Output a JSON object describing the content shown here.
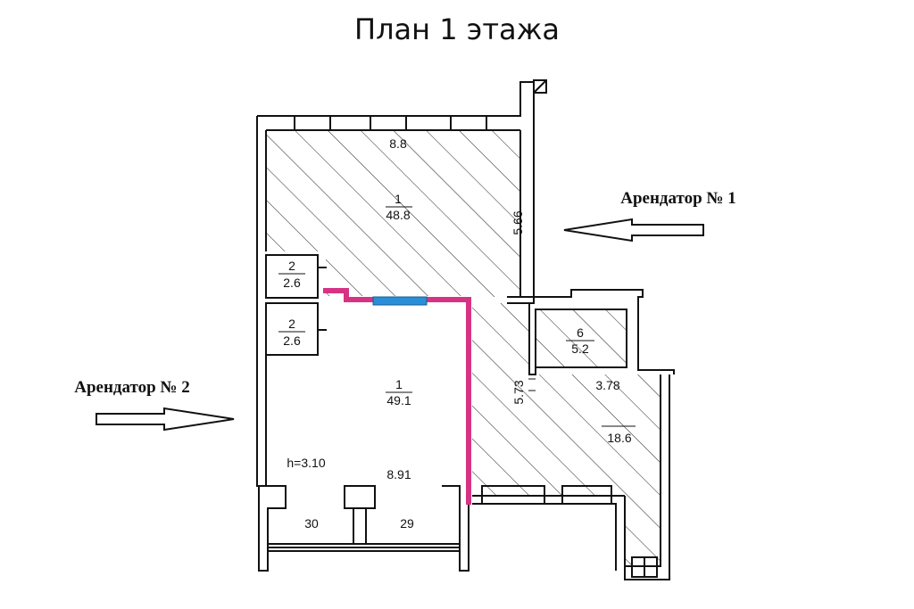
{
  "title": "План 1 этажа",
  "tenants": {
    "t1": "Арендатор № 1",
    "t2": "Арендатор № 2"
  },
  "rooms": {
    "r1_upper": {
      "num": "1",
      "area": "48.8"
    },
    "r2_a": {
      "num": "2",
      "area": "2.6"
    },
    "r2_b": {
      "num": "2",
      "area": "2.6"
    },
    "r1_lower": {
      "num": "1",
      "area": "49.1"
    },
    "r6": {
      "num": "6",
      "area": "5.2"
    },
    "r_right": {
      "num": "",
      "area": "18.6"
    }
  },
  "dimensions": {
    "top_width": "8.8",
    "upper_height": "5.66",
    "mid_height": "5.73",
    "right_width": "3.78",
    "lower_width": "8.91",
    "ceiling": "h=3.10",
    "bay_left": "30",
    "bay_right": "29"
  },
  "colors": {
    "wall": "#111111",
    "partition": "#d63384",
    "opening": "#2a8fd6",
    "hatch": "#222222"
  }
}
